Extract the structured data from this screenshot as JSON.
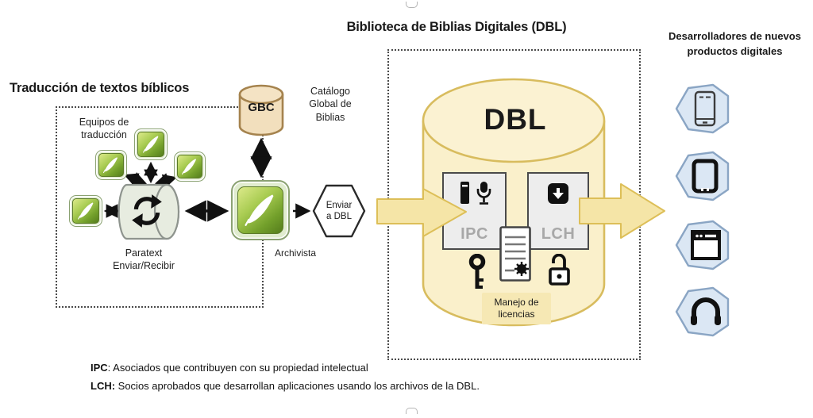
{
  "titles": {
    "dbl_diagram": "Biblioteca de Biblias Digitales (DBL)",
    "translation_section": "Traducción de textos bíblicos",
    "developers": "Desarrolladores de nuevos\nproductos digitales"
  },
  "translation": {
    "teams_label": "Equipos de\ntraducción",
    "paratext_label": "Paratext\nEnviar/Recibir"
  },
  "gbc": {
    "name": "GBC",
    "caption": "Catálogo\nGlobal de\nBiblias"
  },
  "archivist": {
    "label": "Archivista"
  },
  "send_to_dbl": {
    "label": "Enviar\na DBL"
  },
  "dbl": {
    "name": "DBL",
    "ipc_label": "IPC",
    "lch_label": "LCH",
    "license_label": "Manejo de\nlicencias"
  },
  "developers_panel": {
    "items": [
      {
        "icon": "smartphone-icon"
      },
      {
        "icon": "tablet-icon"
      },
      {
        "icon": "browser-icon"
      },
      {
        "icon": "headphones-icon"
      }
    ]
  },
  "legend": {
    "ipc_term": "IPC",
    "ipc_text": ": Asociados que contribuyen con su propiedad intelectual",
    "lch_term": "LCH:",
    "lch_text": " Socios aprobados que desarrollan aplicaciones usando los archivos de la DBL."
  },
  "colors": {
    "dbl_cylinder_fill": "#faf0cb",
    "dbl_cylinder_stroke": "#d8bc5e",
    "yellow_arrow_fill": "#f5e5a7",
    "yellow_arrow_stroke": "#ddbf58",
    "paratext_green": "#73a02b",
    "gbc_fill": "#f2dfbd",
    "gbc_stroke": "#a5834e",
    "hexagon_fill": "#dbe7f4",
    "hexagon_stroke": "#8aa5c4",
    "box_gray_fill": "#ededed",
    "box_label_gray": "#a8a8a8"
  }
}
